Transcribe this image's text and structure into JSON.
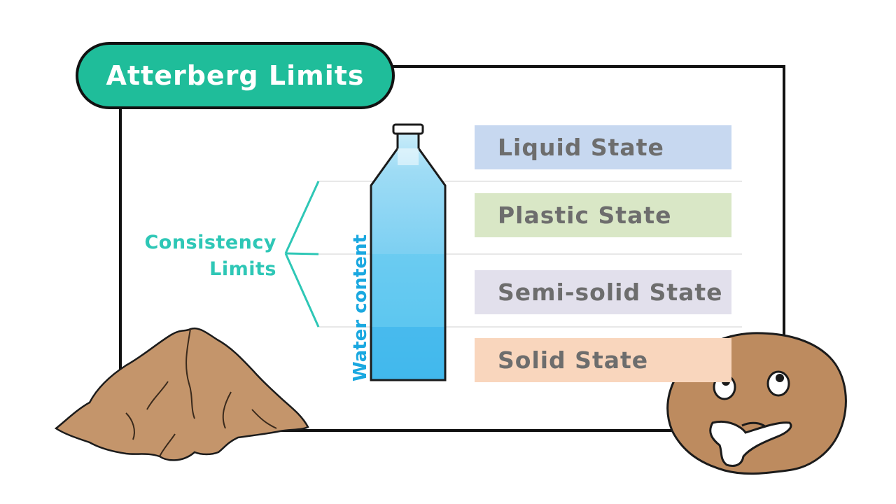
{
  "title": "Atterberg Limits",
  "states": [
    {
      "label": "Liquid State",
      "color": "#c7d8f0"
    },
    {
      "label": "Plastic State",
      "color": "#d9e7c6"
    },
    {
      "label": "Semi-solid State",
      "color": "#e2e0ec"
    },
    {
      "label": "Solid State",
      "color": "#f9d6bd"
    }
  ],
  "consistency_limits": {
    "line1": "Consistency",
    "line2": "Limits",
    "color": "#2ec7b6"
  },
  "bottle": {
    "axis_label": "Water content",
    "water_top": "#a7dff5",
    "water_bottom": "#4ec0ee"
  },
  "icons": [
    "soil-pile-icon",
    "thinking-soil-clod-icon",
    "bottle-icon"
  ]
}
